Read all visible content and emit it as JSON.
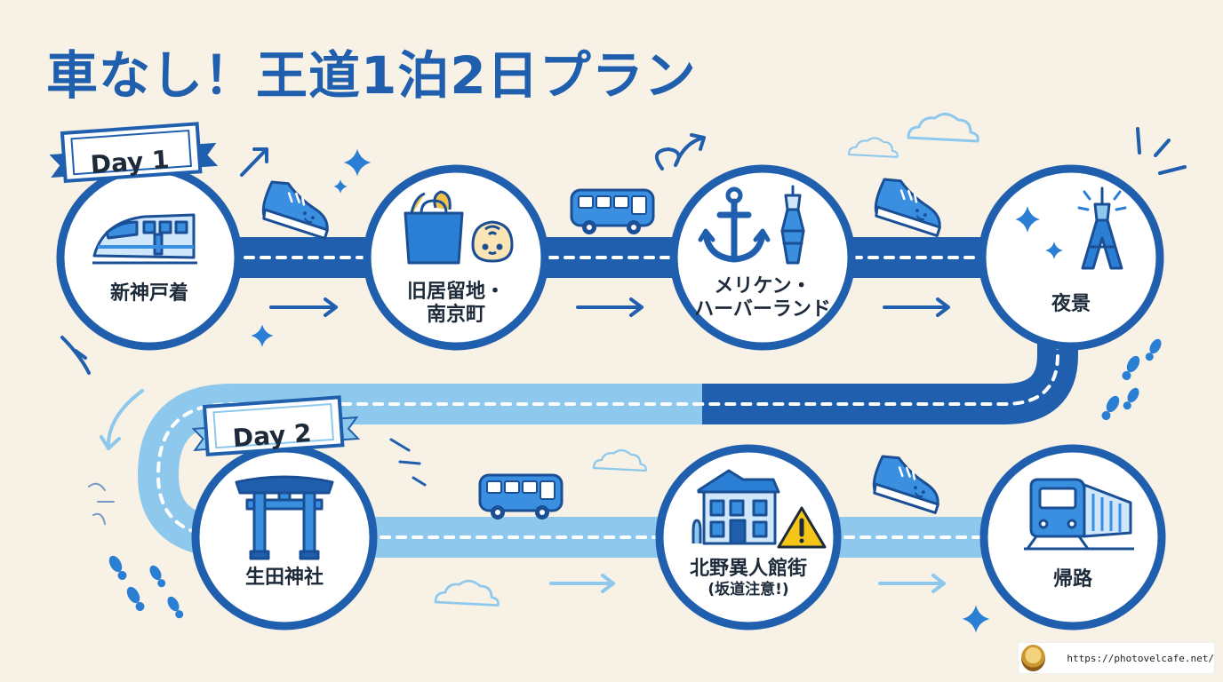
{
  "title": "車なし！王道1泊2日プラン",
  "days": {
    "day1": "Day 1",
    "day2": "Day 2"
  },
  "stops": [
    {
      "id": "shin-kobe",
      "line1": "新神戸着",
      "line2": "",
      "note": "",
      "icon": "shinkansen-icon"
    },
    {
      "id": "kyukyoryuchi",
      "line1": "旧居留地・",
      "line2": "南京町",
      "note": "",
      "icon": "shopping-bag-and-bun-icon"
    },
    {
      "id": "meriken",
      "line1": "メリケン・",
      "line2": "ハーバーランド",
      "note": "",
      "icon": "anchor-and-tower-icon"
    },
    {
      "id": "yakei",
      "line1": "夜景",
      "line2": "",
      "note": "",
      "icon": "lit-tower-icon"
    },
    {
      "id": "ikuta",
      "line1": "生田神社",
      "line2": "",
      "note": "",
      "icon": "torii-gate-icon"
    },
    {
      "id": "kitano",
      "line1": "北野異人館街",
      "line2": "",
      "note": "(坂道注意!)",
      "icon": "western-house-warning-icon"
    },
    {
      "id": "kiro",
      "line1": "帰路",
      "line2": "",
      "note": "",
      "icon": "train-icon"
    }
  ],
  "transports": [
    {
      "between": "shin-kobe→kyukyoryuchi",
      "icon": "walking-shoe-icon"
    },
    {
      "between": "kyukyoryuchi→meriken",
      "icon": "bus-icon"
    },
    {
      "between": "meriken→yakei",
      "icon": "walking-shoe-icon"
    },
    {
      "between": "ikuta→kitano",
      "icon": "bus-icon"
    },
    {
      "between": "kitano→kiro",
      "icon": "walking-shoe-icon"
    }
  ],
  "colors": {
    "background": "#f7f1e6",
    "day1_road": "#1f5fae",
    "day2_road": "#8ec8ec",
    "title": "#1f5fae",
    "accent": "#2a7fd4",
    "warning": "#f5c518"
  },
  "watermark": {
    "url": "https://photovelcafe.net/"
  }
}
